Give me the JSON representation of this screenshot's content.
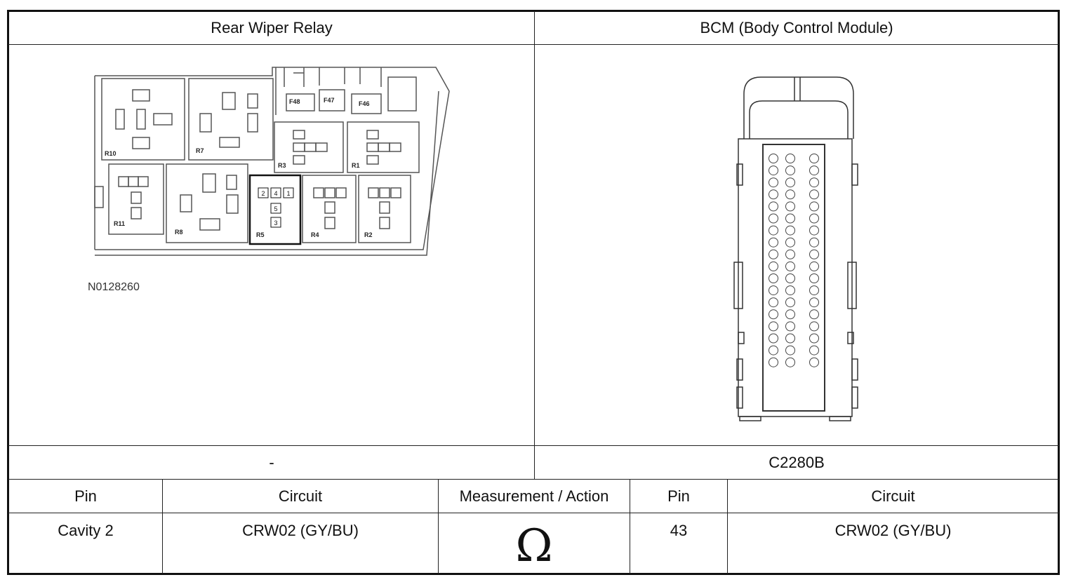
{
  "header": {
    "left_title": "Rear Wiper Relay",
    "right_title": "BCM (Body Control Module)"
  },
  "left_diagram": {
    "figure_id": "N0128260",
    "fuse_labels": [
      "F48",
      "F47",
      "F46"
    ],
    "relay_labels": [
      "R10",
      "R7",
      "R3",
      "R1",
      "R11",
      "R8",
      "R5",
      "R4",
      "R2"
    ],
    "highlighted_relay": "R5",
    "highlighted_pins": [
      "2",
      "4",
      "1",
      "5",
      "3"
    ]
  },
  "right_diagram": {
    "connector_pins": 52
  },
  "connector_row": {
    "left": "-",
    "right": "C2280B"
  },
  "table": {
    "headers": [
      "Pin",
      "Circuit",
      "Measurement / Action",
      "Pin",
      "Circuit"
    ],
    "row": {
      "pin_a": "Cavity 2",
      "circuit_a": "CRW02 (GY/BU)",
      "measurement_symbol": "Ω",
      "pin_b": "43",
      "circuit_b": "CRW02 (GY/BU)"
    }
  }
}
